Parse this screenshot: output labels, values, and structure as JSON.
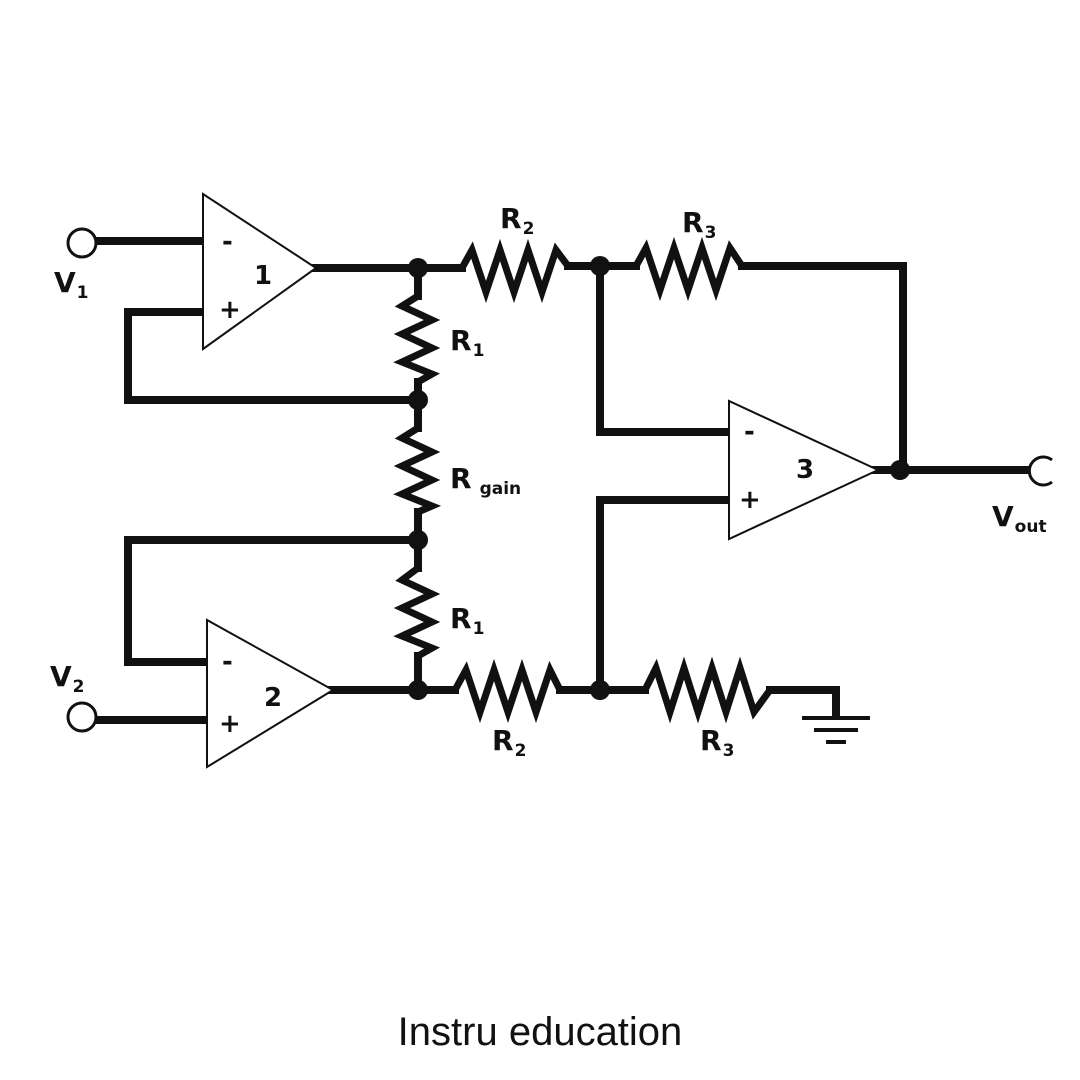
{
  "diagram": {
    "inputs": {
      "v1": "V",
      "v1_sub": "1",
      "v2": "V",
      "v2_sub": "2"
    },
    "output": {
      "label": "V",
      "sub": "out"
    },
    "opamps": {
      "a1": "1",
      "a2": "2",
      "a3": "3"
    },
    "signs": {
      "minus": "-",
      "plus": "+"
    },
    "resistors": {
      "r2_top": "R",
      "r2_top_sub": "2",
      "r3_top": "R",
      "r3_top_sub": "3",
      "r1_top": "R",
      "r1_top_sub": "1",
      "rgain": "R",
      "rgain_sub": "gain",
      "r1_bot": "R",
      "r1_bot_sub": "1",
      "r2_bot": "R",
      "r2_bot_sub": "2",
      "r3_bot": "R",
      "r3_bot_sub": "3"
    }
  },
  "caption": "Instru education"
}
